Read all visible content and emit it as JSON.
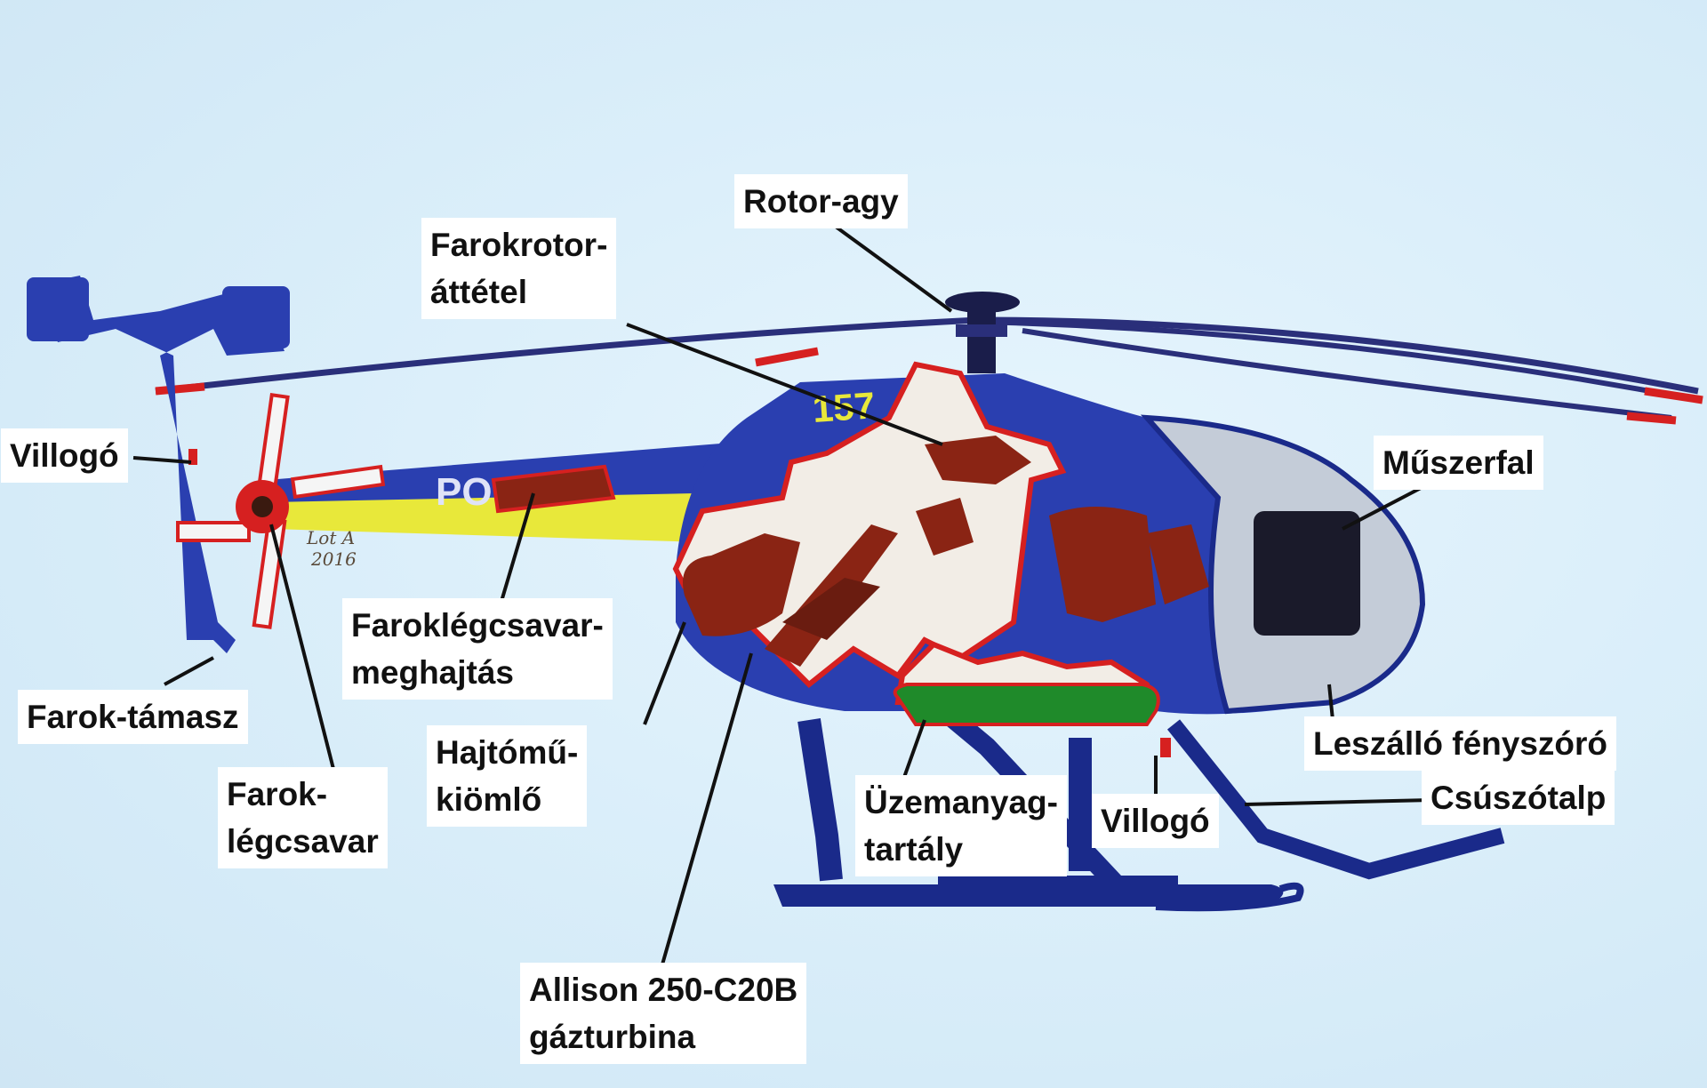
{
  "labels": {
    "rotor_agy": "Rotor-agy",
    "farokrotor_attetel": [
      "Farokrotor-",
      "áttétel"
    ],
    "villogo_left": "Villogó",
    "muszerfal": "Műszerfal",
    "faroklegcsavar_meghajtas": [
      "Faroklégcsavar-",
      "meghajtás"
    ],
    "farok_tamasz": "Farok-támasz",
    "hajtomu_kiomlo": [
      "Hajtómű-",
      "kiömlő"
    ],
    "leszallo_fenyszoro": "Leszálló fényszóró",
    "farok_legcsavar": [
      "Farok-",
      "légcsavar"
    ],
    "uzemanyag_tartaly": [
      "Üzemanyag-",
      "tartály"
    ],
    "villogo_right": "Villogó",
    "csuszotalp": "Csúszótalp",
    "allison": [
      "Allison 250-C20B",
      "gázturbina"
    ]
  },
  "drawing_text": {
    "tail_marking": "PO",
    "tail_number": "157",
    "signature": [
      "Lot A",
      "2016"
    ]
  },
  "colors": {
    "background": "#dbeefa",
    "fuselage_blue": "#2a3fb0",
    "cutaway_fill": "#f2ede6",
    "cutaway_outline": "#d62020",
    "engine_brown": "#8a2414",
    "fuel_tank_green": "#1f8a2a",
    "yellow_stripe": "#e8e83a",
    "leader_line": "#111111"
  }
}
